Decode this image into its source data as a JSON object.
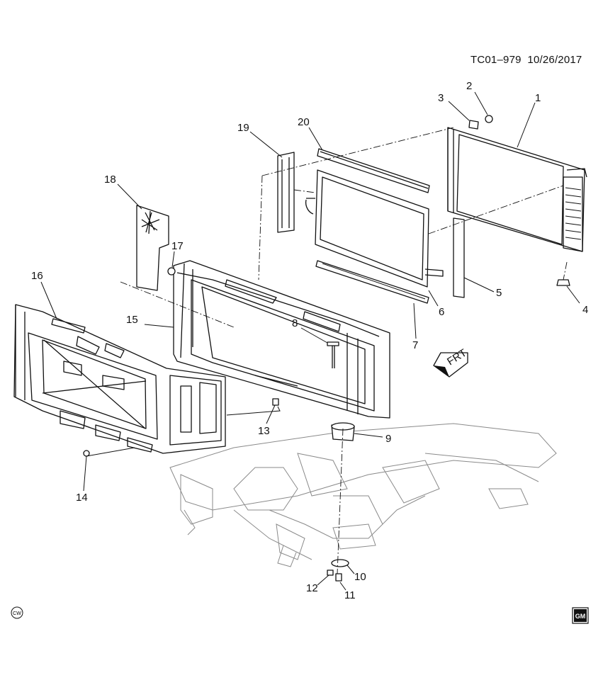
{
  "header": {
    "code": "TC01–979",
    "date": "10/26/2017"
  },
  "callouts": [
    {
      "id": "1",
      "label": "1"
    },
    {
      "id": "2",
      "label": "2"
    },
    {
      "id": "3",
      "label": "3"
    },
    {
      "id": "4",
      "label": "4"
    },
    {
      "id": "5",
      "label": "5"
    },
    {
      "id": "6",
      "label": "6"
    },
    {
      "id": "7",
      "label": "7"
    },
    {
      "id": "8",
      "label": "8"
    },
    {
      "id": "9",
      "label": "9"
    },
    {
      "id": "10",
      "label": "10"
    },
    {
      "id": "11",
      "label": "11"
    },
    {
      "id": "12",
      "label": "12"
    },
    {
      "id": "13",
      "label": "13"
    },
    {
      "id": "14",
      "label": "14"
    },
    {
      "id": "15",
      "label": "15"
    },
    {
      "id": "16",
      "label": "16"
    },
    {
      "id": "17",
      "label": "17"
    },
    {
      "id": "18",
      "label": "18"
    },
    {
      "id": "19",
      "label": "19"
    },
    {
      "id": "20",
      "label": "20"
    }
  ],
  "direction_arrow": {
    "label": "FRT",
    "icon": "front-arrow-icon"
  },
  "badges": {
    "cw": "CW",
    "gm_logo": "GM"
  }
}
